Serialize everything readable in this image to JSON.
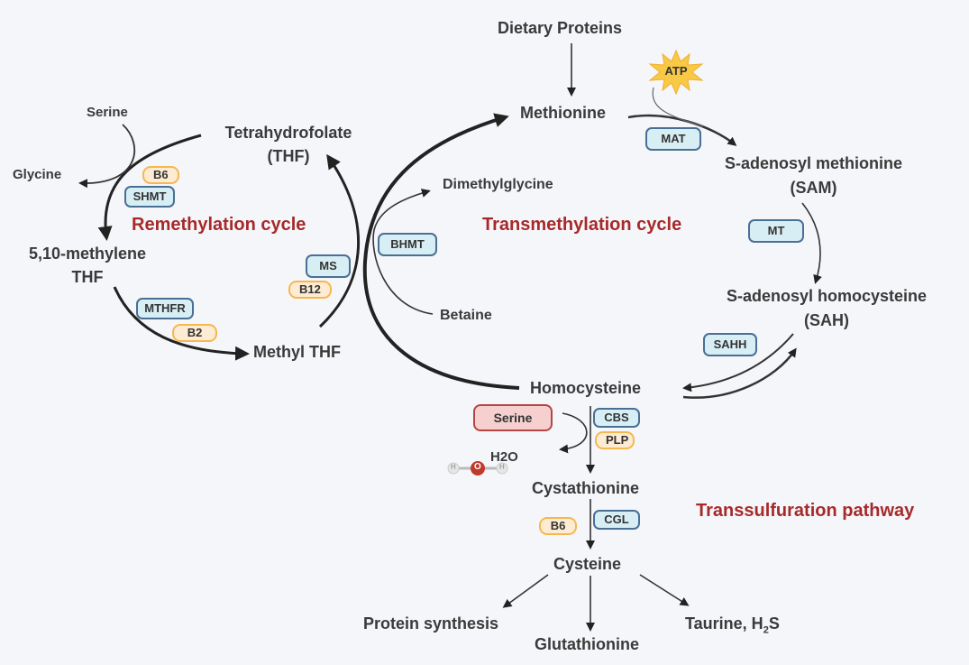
{
  "titles": {
    "remethylation": "Remethylation cycle",
    "transmethylation": "Transmethylation cycle",
    "transsulfuration": "Transsulfuration pathway"
  },
  "metabolites": {
    "dietary_proteins": "Dietary Proteins",
    "methionine": "Methionine",
    "sam_line1": "S-adenosyl methionine",
    "sam_line2": "(SAM)",
    "sah_line1": "S-adenosyl homocysteine",
    "sah_line2": "(SAH)",
    "homocysteine": "Homocysteine",
    "cystathionine": "Cystathionine",
    "cysteine": "Cysteine",
    "protein_synthesis": "Protein synthesis",
    "glutathionine": "Glutathionine",
    "taurine_prefix": "Taurine, H",
    "taurine_sub": "2",
    "taurine_suffix": "S",
    "thf_line1": "Tetrahydrofolate",
    "thf_line2": "(THF)",
    "mthf_line1": "5,10-methylene",
    "mthf_line2": "THF",
    "methyl_thf": "Methyl THF",
    "serine_top": "Serine",
    "glycine": "Glycine",
    "dimethylglycine": "Dimethylglycine",
    "betaine": "Betaine",
    "serine_box": "Serine",
    "h2o": "H2O"
  },
  "enzymes": {
    "mat": "MAT",
    "mt": "MT",
    "sahh": "SAHH",
    "bhmt": "BHMT",
    "ms": "MS",
    "shmt": "SHMT",
    "mthfr": "MTHFR",
    "cbs": "CBS",
    "cgl": "CGL"
  },
  "cofactors": {
    "b6_shmt": "B6",
    "b12": "B12",
    "b2": "B2",
    "plp": "PLP",
    "b6_cgl": "B6",
    "atp": "ATP"
  },
  "molecule": {
    "h": "H",
    "o": "O"
  },
  "colors": {
    "background": "#f5f6fa",
    "title_red": "#a62a2a",
    "enzyme_fill": "#d8eef5",
    "enzyme_border": "#4a6f94",
    "vitamin_fill": "#fdebd3",
    "vitamin_border": "#f5b84f",
    "atp_star": "#f9c844",
    "oxygen": "#c0392b"
  }
}
